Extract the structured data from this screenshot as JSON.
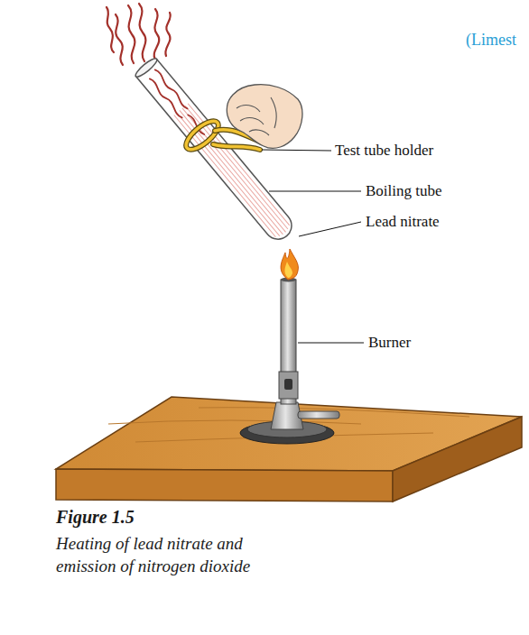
{
  "diagram": {
    "title": "Figure 1.5",
    "caption": "Heating of lead nitrate and emission of nitrogen dioxide",
    "labels": [
      "(Limest",
      "Test tube holder",
      "Boiling tube",
      "Lead nitrate",
      "Burner"
    ]
  }
}
